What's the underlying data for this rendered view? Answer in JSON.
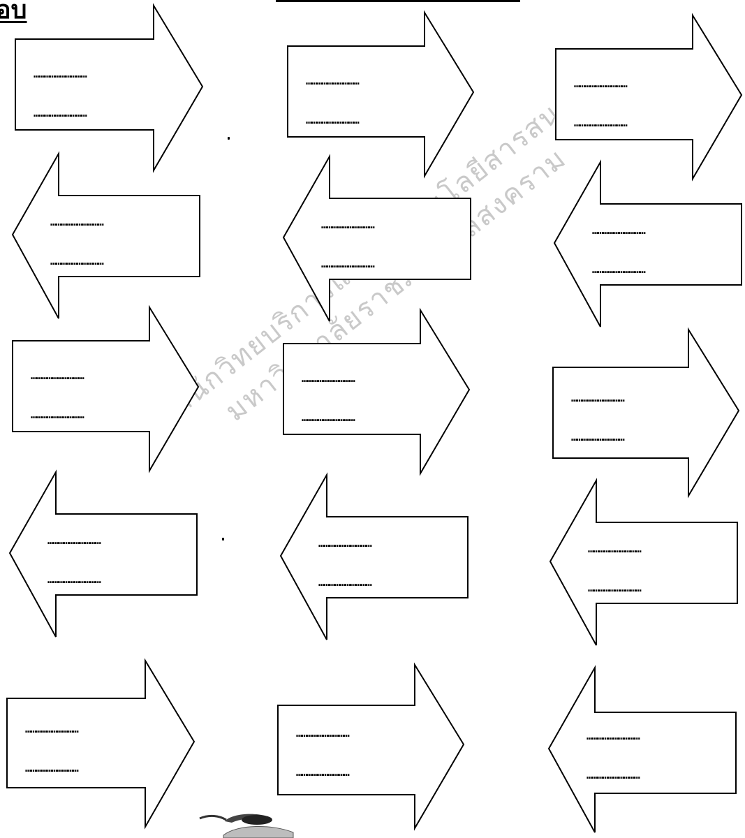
{
  "heading_fragment": "อบ",
  "watermark": {
    "line_1": "สำนักวิทยบริการและเทคโนโลยีสารสนเทศ",
    "line_2": "มหาวิทยาลัยราชภัฏพิบูลสงคราม"
  },
  "arrows": [
    {
      "direction": "right",
      "line_1": "…………………………",
      "line_2": "…………………………"
    },
    {
      "direction": "right",
      "line_1": "…………………………",
      "line_2": "…………………………"
    },
    {
      "direction": "right",
      "line_1": "…………………………",
      "line_2": "…………………………"
    },
    {
      "direction": "left",
      "line_1": "…………………………",
      "line_2": "…………………………"
    },
    {
      "direction": "left",
      "line_1": "…………………………",
      "line_2": "…………………………"
    },
    {
      "direction": "left",
      "line_1": "…………………………",
      "line_2": "…………………………"
    },
    {
      "direction": "right",
      "line_1": "…………………………",
      "line_2": "…………………………"
    },
    {
      "direction": "right",
      "line_1": "…………………………",
      "line_2": "…………………………"
    },
    {
      "direction": "right",
      "line_1": "…………………………",
      "line_2": "…………………………"
    },
    {
      "direction": "left",
      "line_1": "…………………………",
      "line_2": "…………………………"
    },
    {
      "direction": "left",
      "line_1": "…………………………",
      "line_2": "…………………………"
    },
    {
      "direction": "left",
      "line_1": "…………………………",
      "line_2": "…………………………"
    },
    {
      "direction": "right",
      "line_1": "…………………………",
      "line_2": "…………………………"
    },
    {
      "direction": "right",
      "line_1": "…………………………",
      "line_2": "…………………………"
    },
    {
      "direction": "left",
      "line_1": "…………………………",
      "line_2": "…………………………"
    }
  ]
}
